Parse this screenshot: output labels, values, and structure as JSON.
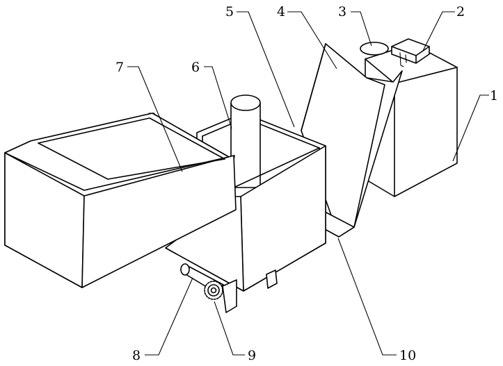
{
  "callouts": [
    {
      "id": "1",
      "text": "1"
    },
    {
      "id": "2",
      "text": "2"
    },
    {
      "id": "3",
      "text": "3"
    },
    {
      "id": "4",
      "text": "4"
    },
    {
      "id": "5",
      "text": "5"
    },
    {
      "id": "6",
      "text": "6"
    },
    {
      "id": "7",
      "text": "7"
    },
    {
      "id": "8",
      "text": "8"
    },
    {
      "id": "9",
      "text": "9"
    },
    {
      "id": "10",
      "text": "10"
    }
  ],
  "colors": {
    "line": "#000000",
    "background": "#ffffff"
  }
}
